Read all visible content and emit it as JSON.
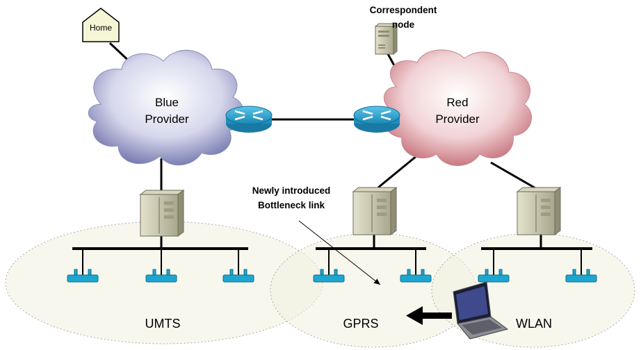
{
  "home": {
    "label": "Home"
  },
  "correspondent": {
    "label_line1": "Correspondent",
    "label_line2": "node"
  },
  "blue_provider": {
    "line1": "Blue",
    "line2": "Provider",
    "color": "#6b6fa8"
  },
  "red_provider": {
    "line1": "Red",
    "line2": "Provider",
    "color": "#c26670"
  },
  "annotation": {
    "line1": "Newly introduced",
    "line2": "Bottleneck link"
  },
  "networks": {
    "umts": "UMTS",
    "gprs": "GPRS",
    "wlan": "WLAN"
  },
  "colors": {
    "router": "#2a9fc9",
    "access_point": "#1ea6cf",
    "server": "#c8c6ae",
    "zone_fill": "#f0f0e0"
  }
}
